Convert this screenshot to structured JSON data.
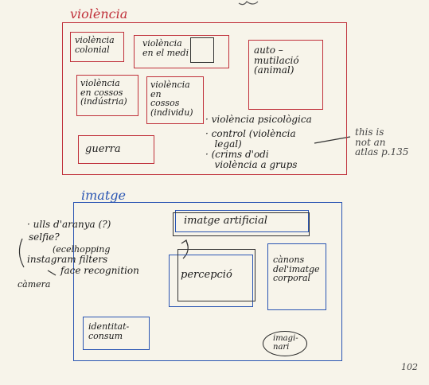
{
  "page_number": "102",
  "section_red": {
    "title": "violència",
    "boxes": {
      "violencia_colonial": "violència\ncolonial",
      "violencia_en_el_medi": "violència\nen el medi",
      "auto_mutilacio": "auto –\nmutilació\n(animal)",
      "violencia_cossos_industria": "violència\nen cossos\n(indústria)",
      "violencia_cossos_individu": "violència\nen\ncossos\n(individu)",
      "guerra": "guerra"
    },
    "list": [
      "· violència psicològica",
      "· control (violència\n   legal)",
      "· (crims d'odi\n   violència a grups"
    ],
    "margin_note": "this is\nnot an\natlas p.135"
  },
  "section_blue": {
    "title": "imatge",
    "notes": [
      "· ulls d'aranya (?)",
      "selfie?",
      "(ecelhopping",
      "instagram filters",
      "face recognition",
      "càmera"
    ],
    "boxes": {
      "imatge_artificial": "imatge artificial",
      "percepcio": "percepció",
      "canons": "cànons\ndel'imatge\ncorporal",
      "identitat": "identitat-\nconsum",
      "imaginari": "imagi-\nnari"
    }
  }
}
